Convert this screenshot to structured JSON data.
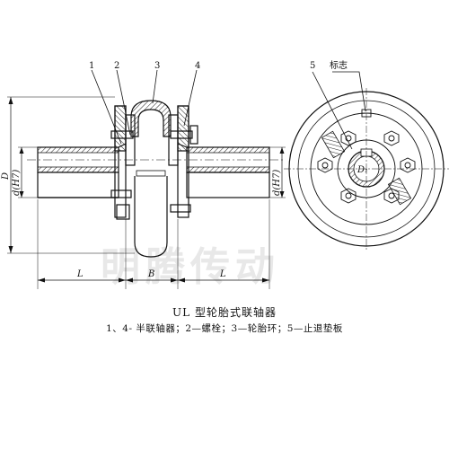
{
  "figure": {
    "title": "UL 型轮胎式联轴器",
    "legend": "1、4- 半联轴器；2—螺栓；3—轮胎环；5—止退垫板",
    "watermark": "明腾传动"
  },
  "callouts": [
    "1",
    "2",
    "3",
    "4",
    "5"
  ],
  "marker_label": "标志",
  "dimensions": {
    "overall_diameter": "D",
    "bore_left": "d(H7)",
    "bore_right": "d(H7)",
    "hub_length_left": "L",
    "gap": "B",
    "hub_length_right": "L",
    "inner_diameter": "D₁"
  }
}
